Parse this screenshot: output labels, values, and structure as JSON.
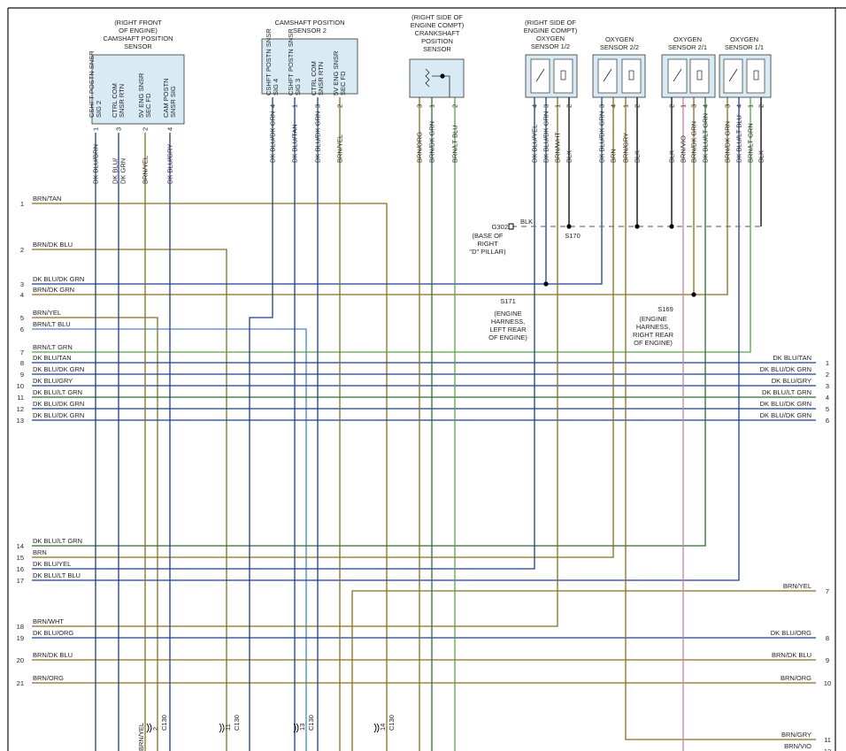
{
  "colors": {
    "BRN": "#8b6d1e",
    "DK BLU": "#1c3f8f",
    "DK GRN": "#2c6e36",
    "LT GRN": "#58a548",
    "LT BLU": "#4a86c8",
    "VIO": "#cc7fa6",
    "GRY": "#888888",
    "frame": "#111111",
    "sensor_fill": "#d8ebf5"
  },
  "components": {
    "cmp_front": {
      "title": [
        "(RIGHT FRONT",
        "OF ENGINE)",
        "CAMSHAFT POSITION",
        "SENSOR"
      ]
    },
    "cmp2": {
      "title": [
        "CAMSHAFT POSITION",
        "SENSOR 2"
      ]
    },
    "ckp": {
      "title": [
        "(RIGHT SIDE OF",
        "ENGINE COMPT)",
        "CRANKSHAFT",
        "POSITION",
        "SENSOR"
      ]
    },
    "o2_12": {
      "title": [
        "(RIGHT SIDE OF",
        "ENGINE COMPT)",
        "OXYGEN",
        "SENSOR 1/2"
      ]
    },
    "o2_22": {
      "title": [
        "OXYGEN",
        "SENSOR 2/2"
      ]
    },
    "o2_21": {
      "title": [
        "OXYGEN",
        "SENSOR 2/1"
      ]
    },
    "o2_11": {
      "title": [
        "OXYGEN",
        "SENSOR 1/1"
      ]
    }
  },
  "connectors": [
    {
      "id": "cmp_front",
      "pins": [
        {
          "pin": "1",
          "func": "CSHFT POSTN SNSR SIG 2",
          "wire": [
            "DK BLU/BRN"
          ]
        },
        {
          "pin": "3",
          "func": "CTRL COM SNSR RTN",
          "wire": [
            "DK BLU/",
            "DK GRN"
          ]
        },
        {
          "pin": "2",
          "func": "5V ENG SNSR SEC FD",
          "wire": [
            "BRN/YEL"
          ]
        },
        {
          "pin": "4",
          "func": "CAM POSTN SNSR SIG",
          "wire": [
            "DK BLU/GRY"
          ]
        }
      ]
    },
    {
      "id": "cmp2",
      "pins": [
        {
          "pin": "4",
          "func": "CSHFT POSTN SNSR SIG 4",
          "wire": [
            "DK BLU/DK GRN"
          ]
        },
        {
          "pin": "1",
          "func": "CSHFT POSTN SNSR SIG 3",
          "wire": [
            "DK BLU/TAN"
          ]
        },
        {
          "pin": "3",
          "func": "CTRL COM SNSR RTN",
          "wire": [
            "DK BLU/DK GRN"
          ]
        },
        {
          "pin": "2",
          "func": "5V ENG SNSR SEC FD",
          "wire": [
            "BRN/YEL"
          ]
        }
      ]
    },
    {
      "id": "ckp",
      "pins": [
        {
          "pin": "3",
          "wire": [
            "BRN/ORG"
          ]
        },
        {
          "pin": "1",
          "wire": [
            "BRN/DK GRN"
          ]
        },
        {
          "pin": "2",
          "wire": [
            "BRN/LT BLU"
          ]
        }
      ]
    },
    {
      "id": "o2_12",
      "pins": [
        {
          "pin": "4",
          "wire": [
            "DK BLU/YEL"
          ]
        },
        {
          "pin": "3",
          "wire": [
            "DK BLU/DK GRN"
          ]
        },
        {
          "pin": "1",
          "wire": [
            "BRN/WHT"
          ]
        },
        {
          "pin": "2",
          "wire": [
            "BLK"
          ]
        }
      ]
    },
    {
      "id": "o2_22",
      "pins": [
        {
          "pin": "3",
          "wire": [
            "DK BLU/DK GRN"
          ]
        },
        {
          "pin": "4",
          "wire": [
            "BRN"
          ]
        },
        {
          "pin": "1",
          "wire": [
            "BRN/GRY"
          ]
        },
        {
          "pin": "2",
          "wire": [
            "BLK"
          ]
        }
      ]
    },
    {
      "id": "o2_21",
      "pins": [
        {
          "pin": "2",
          "wire": [
            "BLK"
          ]
        },
        {
          "pin": "1",
          "wire": [
            "BRN/VIO"
          ]
        },
        {
          "pin": "3",
          "wire": [
            "BRN/DK GRN"
          ]
        },
        {
          "pin": "4",
          "wire": [
            "DK BLU/LT GRN"
          ]
        }
      ]
    },
    {
      "id": "o2_11",
      "pins": [
        {
          "pin": "3",
          "wire": [
            "BRN/DK GRN"
          ]
        },
        {
          "pin": "4",
          "wire": [
            "DK BLU/LT BLU"
          ]
        },
        {
          "pin": "1",
          "wire": [
            "BRN/LT GRN"
          ]
        },
        {
          "pin": "2",
          "wire": [
            "BLK"
          ]
        }
      ]
    }
  ],
  "left_pins": [
    {
      "n": "1",
      "wire": "BRN/TAN"
    },
    {
      "n": "2",
      "wire": "BRN/DK BLU"
    },
    {
      "n": "3",
      "wire": "DK BLU/DK GRN"
    },
    {
      "n": "4",
      "wire": "BRN/DK GRN"
    },
    {
      "n": "5",
      "wire": "BRN/YEL"
    },
    {
      "n": "6",
      "wire": "BRN/LT BLU"
    },
    {
      "n": "7",
      "wire": "BRN/LT GRN"
    },
    {
      "n": "8",
      "wire": "DK BLU/TAN"
    },
    {
      "n": "9",
      "wire": "DK BLU/DK GRN"
    },
    {
      "n": "10",
      "wire": "DK BLU/GRY"
    },
    {
      "n": "11",
      "wire": "DK BLU/LT GRN"
    },
    {
      "n": "12",
      "wire": "DK BLU/DK GRN"
    },
    {
      "n": "13",
      "wire": "DK BLU/DK GRN"
    },
    {
      "n": "14",
      "wire": "DK BLU/LT GRN"
    },
    {
      "n": "15",
      "wire": "BRN"
    },
    {
      "n": "16",
      "wire": "DK BLU/YEL"
    },
    {
      "n": "17",
      "wire": "DK BLU/LT BLU"
    },
    {
      "n": "18",
      "wire": "BRN/WHT"
    },
    {
      "n": "19",
      "wire": "DK BLU/ORG"
    },
    {
      "n": "20",
      "wire": "BRN/DK BLU"
    },
    {
      "n": "21",
      "wire": "BRN/ORG"
    }
  ],
  "right_pins": [
    {
      "n": "1",
      "wire": "DK BLU/TAN"
    },
    {
      "n": "2",
      "wire": "DK BLU/DK GRN"
    },
    {
      "n": "3",
      "wire": "DK BLU/GRY"
    },
    {
      "n": "4",
      "wire": "DK BLU/LT GRN"
    },
    {
      "n": "5",
      "wire": "DK BLU/DK GRN"
    },
    {
      "n": "6",
      "wire": "DK BLU/DK GRN"
    },
    {
      "n": "7",
      "wire": "BRN/YEL"
    },
    {
      "n": "8",
      "wire": "DK BLU/ORG"
    },
    {
      "n": "9",
      "wire": "BRN/DK BLU"
    },
    {
      "n": "10",
      "wire": "BRN/ORG"
    },
    {
      "n": "11",
      "wire": "BRN/GRY"
    },
    {
      "n": "12",
      "wire": "BRN/VIO"
    }
  ],
  "splices": {
    "g302": {
      "id": "G302",
      "desc": [
        "(BASE OF",
        "RIGHT",
        "\"D\" PILLAR)"
      ],
      "wire": "BLK"
    },
    "s170": {
      "id": "S170"
    },
    "s171": {
      "id": "S171",
      "desc": [
        "(ENGINE",
        "HARNESS,",
        "LEFT REAR",
        "OF ENGINE)"
      ]
    },
    "s169": {
      "id": "S169",
      "desc": [
        "(ENGINE",
        "HARNESS,",
        "RIGHT REAR",
        "OF ENGINE)"
      ]
    }
  },
  "c130": {
    "label": "C130",
    "pins": [
      "2",
      "11",
      "13",
      "14"
    ],
    "partial_wire": "BRN/YEL"
  }
}
